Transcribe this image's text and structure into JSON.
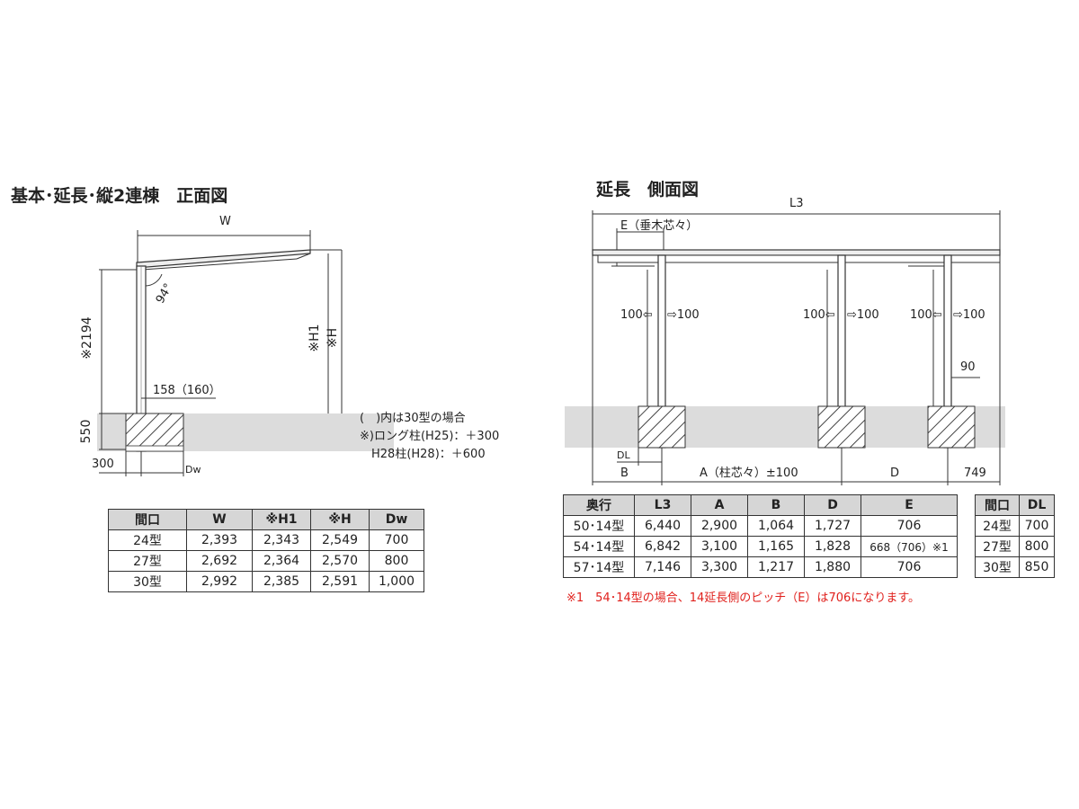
{
  "front": {
    "title": "基本･延長･縦2連棟　正面図",
    "labels": {
      "w": "W",
      "h2194": "※2194",
      "h1": "※H1",
      "h": "※H",
      "angle": "94°",
      "offset": "158（160）",
      "ground": "550",
      "base": "300",
      "dw": "Dw"
    },
    "notes": [
      "(　)内は30型の場合",
      "※)ロング柱(H25)：＋300",
      "　H28柱(H28)：＋600"
    ],
    "table": {
      "headers": [
        "間口",
        "W",
        "※H1",
        "※H",
        "Dw"
      ],
      "rows": [
        [
          "24型",
          "2,393",
          "2,343",
          "2,549",
          "700"
        ],
        [
          "27型",
          "2,692",
          "2,364",
          "2,570",
          "800"
        ],
        [
          "30型",
          "2,992",
          "2,385",
          "2,591",
          "1,000"
        ]
      ]
    }
  },
  "side": {
    "title": "延長　側面図",
    "labels": {
      "l3": "L3",
      "e": "E（垂木芯々）",
      "p100a_l": "100⇦",
      "p100a_r": "⇨100",
      "p100b_l": "100⇦",
      "p100b_r": "⇨100",
      "p100c_l": "100⇦",
      "p100c_r": "⇨100",
      "n90": "90",
      "dl": "DL",
      "b": "B",
      "a": "A（柱芯々）±100",
      "d": "D",
      "n749": "749"
    },
    "table": {
      "headers": [
        "奥行",
        "L3",
        "A",
        "B",
        "D",
        "E"
      ],
      "rows": [
        [
          "50･14型",
          "6,440",
          "2,900",
          "1,064",
          "1,727",
          "706"
        ],
        [
          "54･14型",
          "6,842",
          "3,100",
          "1,165",
          "1,828",
          "668（706）※1"
        ],
        [
          "57･14型",
          "7,146",
          "3,300",
          "1,217",
          "1,880",
          "706"
        ]
      ]
    },
    "dl_table": {
      "headers": [
        "間口",
        "DL"
      ],
      "rows": [
        [
          "24型",
          "700"
        ],
        [
          "27型",
          "800"
        ],
        [
          "30型",
          "850"
        ]
      ]
    },
    "footnote": "※1　54･14型の場合、14延長側のピッチ（E）は706になります。"
  },
  "colors": {
    "ground": "#dcdcdc",
    "line": "#333333",
    "header": "#d6d6d6",
    "footnote": "#e0201c"
  }
}
